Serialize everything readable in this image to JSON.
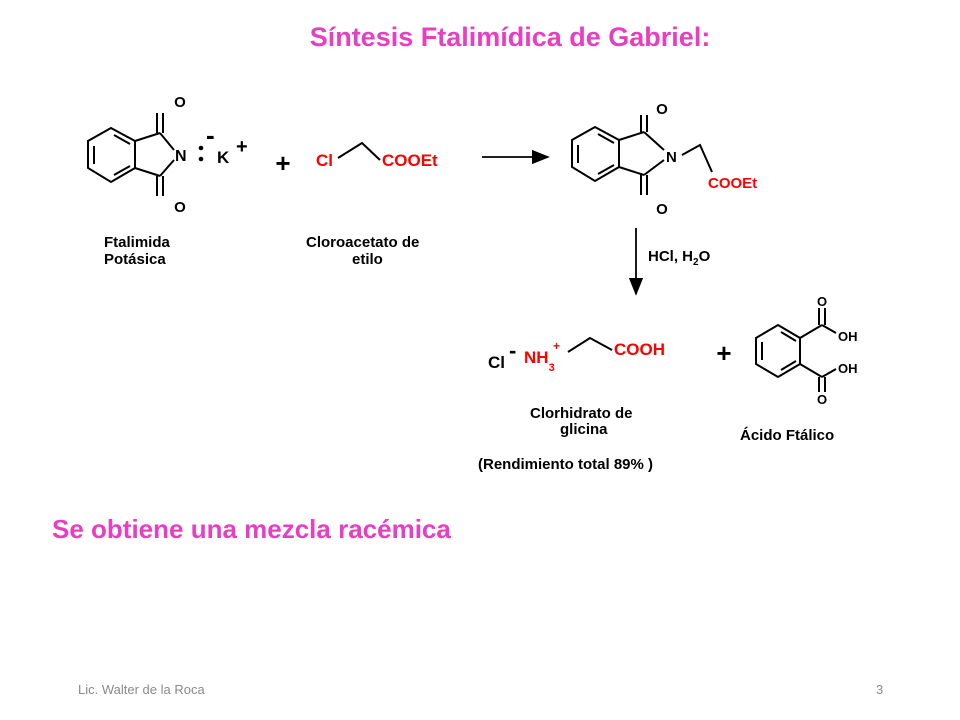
{
  "slide": {
    "title": "Síntesis Ftalimídica de Gabriel:",
    "conclusion": "Se obtiene una mezcla racémica",
    "author": "Lic. Walter de la Roca",
    "page_number": "3"
  },
  "scheme": {
    "colors": {
      "highlight": "#ff0000",
      "bonds": "#000000",
      "title": "#e83fc2"
    },
    "reagent1": {
      "label_line1": "Ftalimida",
      "label_line2": "Potásica",
      "atom_O": "O",
      "atom_N": "N",
      "charge": "-",
      "cation": "K",
      "cation_charge": "+"
    },
    "plus1": "+",
    "reagent2": {
      "cl": "Cl",
      "ester": "COOEt",
      "label_line1": "Cloroacetato de",
      "label_line2": "etilo"
    },
    "intermediate": {
      "atom_N": "N",
      "atom_O": "O",
      "ester": "COOEt"
    },
    "conditions": {
      "hcl": "HCl, H",
      "sub": "2",
      "o": "O"
    },
    "product1": {
      "cl": "Cl",
      "cl_charge": "-",
      "nh": "NH",
      "sub": "3",
      "nh_charge": "+",
      "acid": "COOH",
      "label_line1": "Clorhidrato de",
      "label_line2": "glicina",
      "yield": "(Rendimiento total  89% )"
    },
    "plus2": "+",
    "product2": {
      "oh1": "OH",
      "oh2": "OH",
      "atom_O": "O",
      "label": "Ácido Ftálico"
    }
  }
}
